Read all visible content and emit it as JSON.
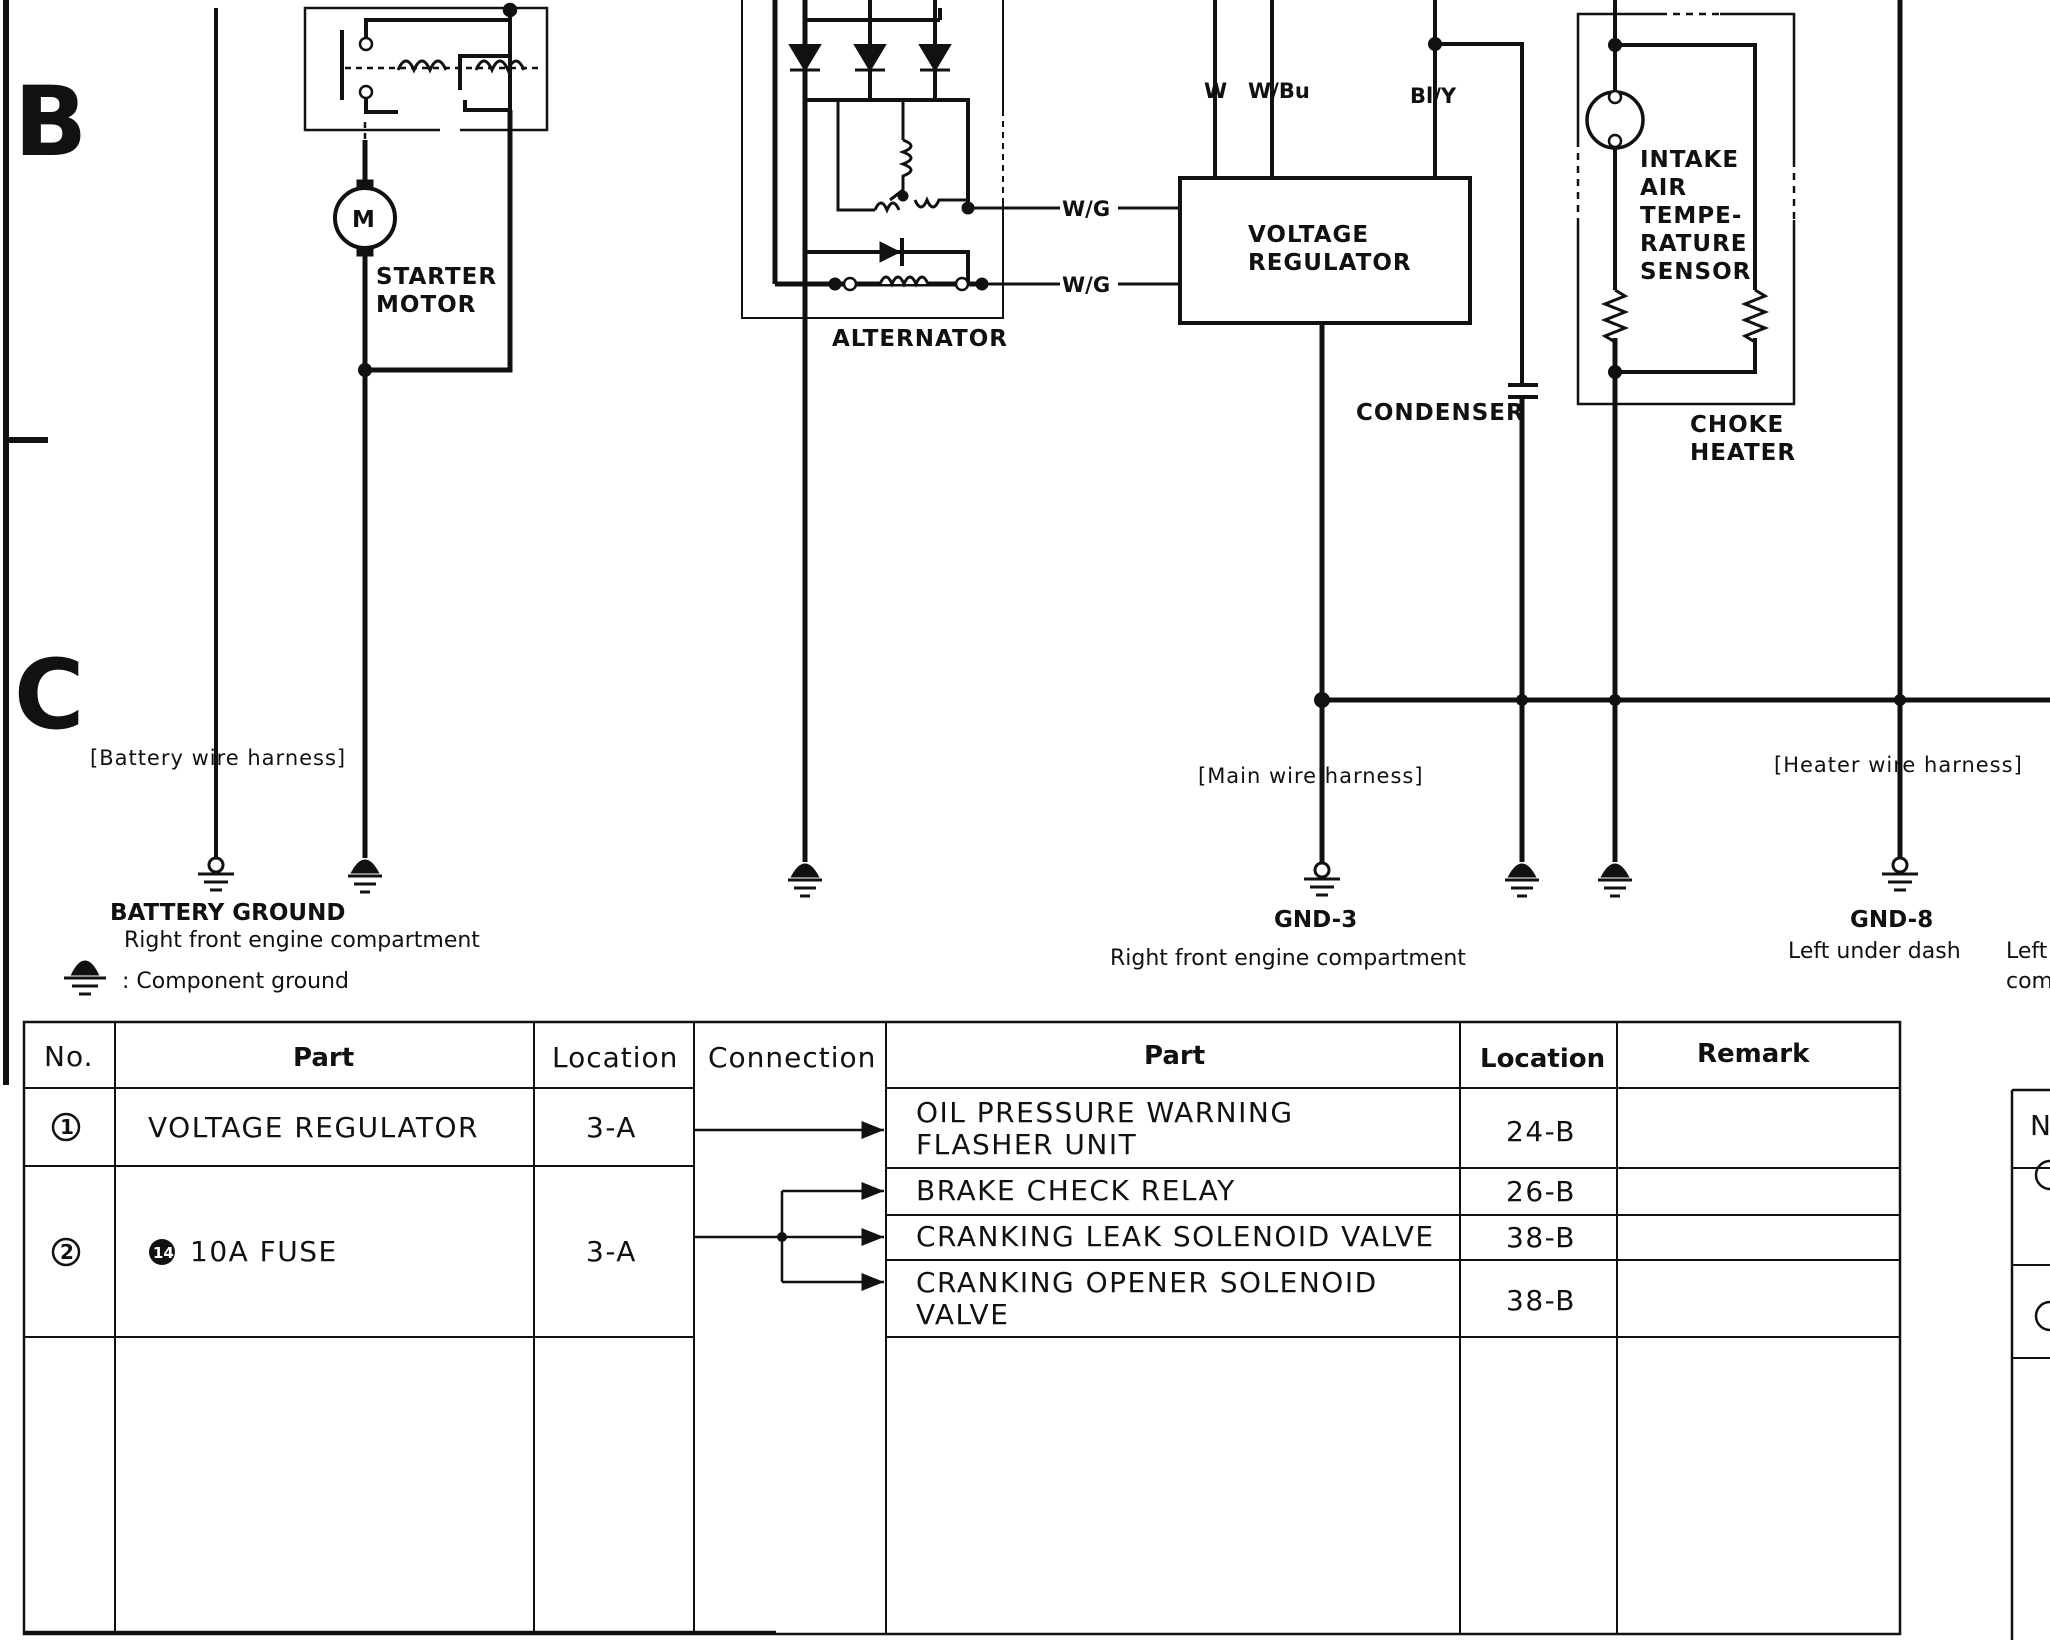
{
  "zones": {
    "b": "B",
    "c": "C"
  },
  "components": {
    "starter_motor": {
      "symbol": "M",
      "line1": "STARTER",
      "line2": "MOTOR"
    },
    "alternator": "ALTERNATOR",
    "voltage_regulator": {
      "line1": "VOLTAGE",
      "line2": "REGULATOR"
    },
    "condenser": "CONDENSER",
    "intake_air_sensor": {
      "line1": "INTAKE",
      "line2": "AIR",
      "line3": "TEMPE-",
      "line4": "RATURE",
      "line5": "SENSOR"
    },
    "choke_heater": {
      "line1": "CHOKE",
      "line2": "HEATER"
    }
  },
  "wires": {
    "w": "W",
    "w_bu": "W/Bu",
    "bl_y": "Bl/Y",
    "w_g_1": "W/G",
    "w_g_2": "W/G"
  },
  "harnesses": {
    "battery": "[Battery wire harness]",
    "main": "[Main wire harness]",
    "heater": "[Heater wire harness]"
  },
  "grounds": {
    "battery": {
      "name": "BATTERY GROUND",
      "location": "Right front engine compartment"
    },
    "gnd3": {
      "name": "GND-3",
      "location": "Right front engine compartment"
    },
    "gnd8": {
      "name": "GND-8",
      "location": "Left under dash"
    },
    "partial_right": {
      "line1": "Left",
      "line2": "com"
    }
  },
  "legend": {
    "component_ground": ": Component ground"
  },
  "table": {
    "headers": {
      "no": "No.",
      "part": "Part",
      "location": "Location",
      "connection": "Connection",
      "part2": "Part",
      "location2": "Location",
      "remark": "Remark"
    },
    "rows": [
      {
        "no": "1",
        "part": "VOLTAGE REGULATOR",
        "location": "3-A",
        "targets": [
          {
            "part_line1": "OIL PRESSURE WARNING",
            "part_line2": "FLASHER UNIT",
            "location": "24-B",
            "remark": ""
          }
        ]
      },
      {
        "no": "2",
        "fuse_no": "14",
        "part": "10A FUSE",
        "location": "3-A",
        "targets": [
          {
            "part_line1": "BRAKE CHECK RELAY",
            "part_line2": "",
            "location": "26-B",
            "remark": ""
          },
          {
            "part_line1": "CRANKING LEAK SOLENOID VALVE",
            "part_line2": "",
            "location": "38-B",
            "remark": ""
          },
          {
            "part_line1": "CRANKING OPENER SOLENOID",
            "part_line2": "VALVE",
            "location": "38-B",
            "remark": ""
          }
        ]
      }
    ],
    "right_partial_header": "N"
  }
}
